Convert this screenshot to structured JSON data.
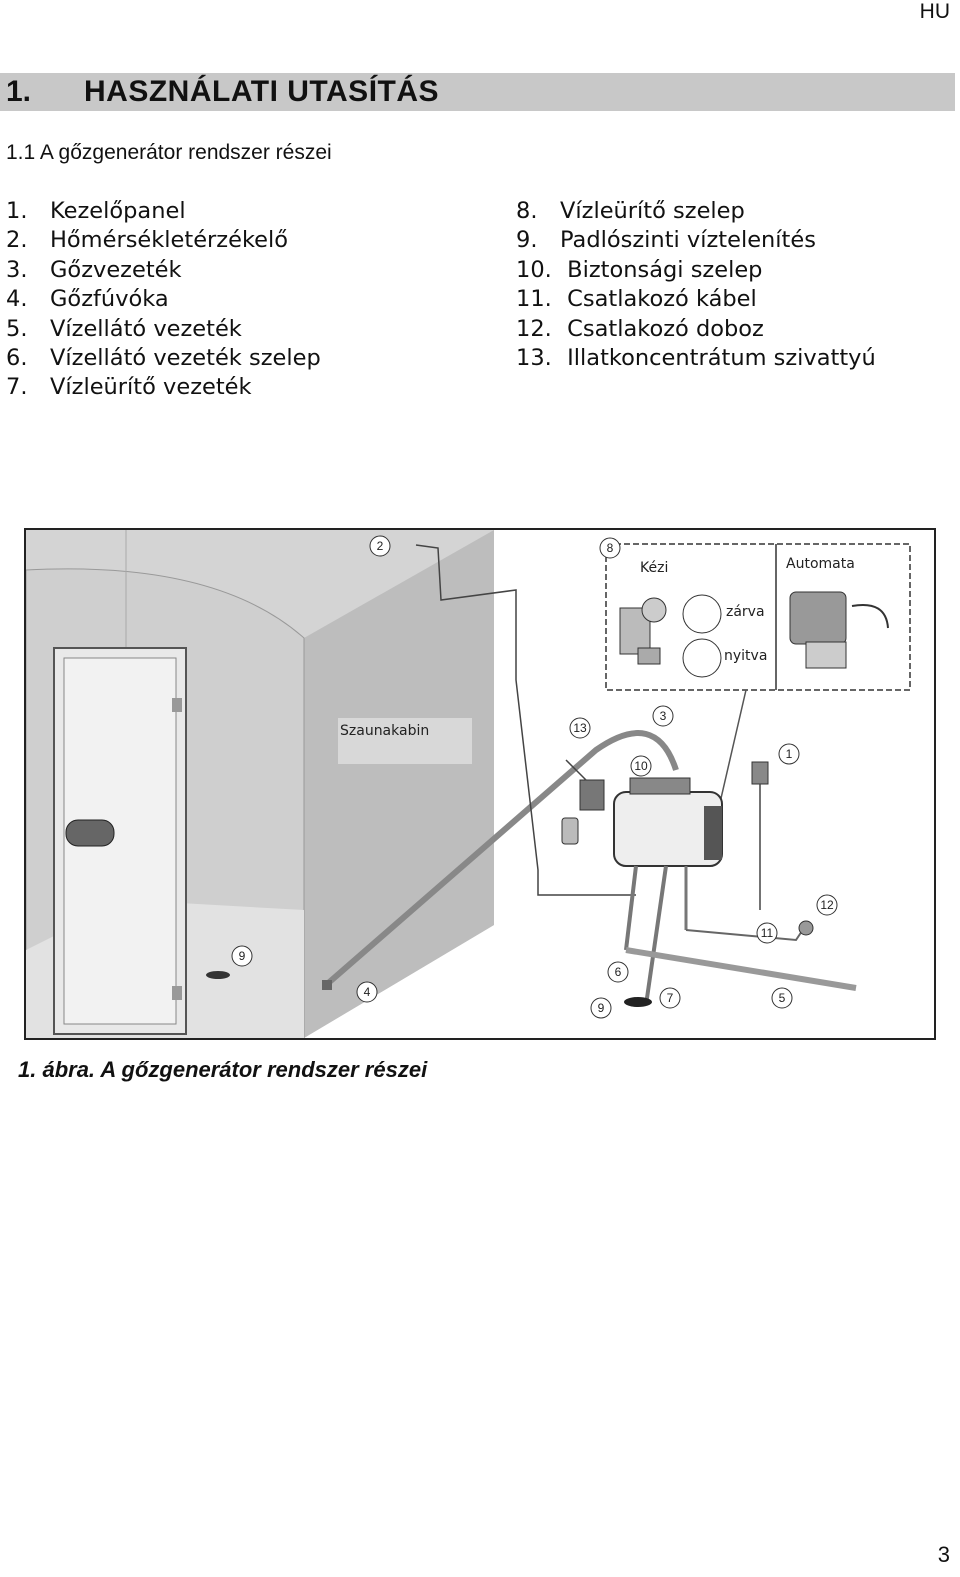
{
  "header": {
    "lang": "HU"
  },
  "section": {
    "number": "1.",
    "title": "HASZNÁLATI UTASÍTÁS"
  },
  "subsection": {
    "title": "1.1 A gőzgenerátor rendszer részei"
  },
  "parts_left": [
    {
      "n": "1.",
      "label": "Kezelőpanel"
    },
    {
      "n": "2.",
      "label": "Hőmérsékletérzékelő"
    },
    {
      "n": "3.",
      "label": "Gőzvezeték"
    },
    {
      "n": "4.",
      "label": "Gőzfúvóka"
    },
    {
      "n": "5.",
      "label": "Vízellátó vezeték"
    },
    {
      "n": "6.",
      "label": "Vízellátó vezeték szelep"
    },
    {
      "n": "7.",
      "label": "Vízleürítő vezeték"
    }
  ],
  "parts_right": [
    {
      "n": "8.",
      "label": "Vízleürítő szelep"
    },
    {
      "n": "9.",
      "label": "Padlószinti víztelenítés"
    },
    {
      "n": "10.",
      "label": "Biztonsági szelep"
    },
    {
      "n": "11.",
      "label": "Csatlakozó kábel"
    },
    {
      "n": "12.",
      "label": "Csatlakozó doboz"
    },
    {
      "n": "13.",
      "label": "Illatkoncentrátum szivattyú"
    }
  ],
  "figure": {
    "labels": {
      "kezi": "Kézi",
      "automata": "Automata",
      "zarva": "zárva",
      "nyitva": "nyitva",
      "szaunakabin": "Szaunakabin"
    },
    "badges": [
      "1",
      "2",
      "3",
      "4",
      "5",
      "6",
      "7",
      "8",
      "9",
      "9",
      "10",
      "11",
      "12",
      "13"
    ],
    "caption": "1.  ábra. A gőzgenerátor rendszer részei"
  },
  "footer": {
    "page": "3"
  }
}
